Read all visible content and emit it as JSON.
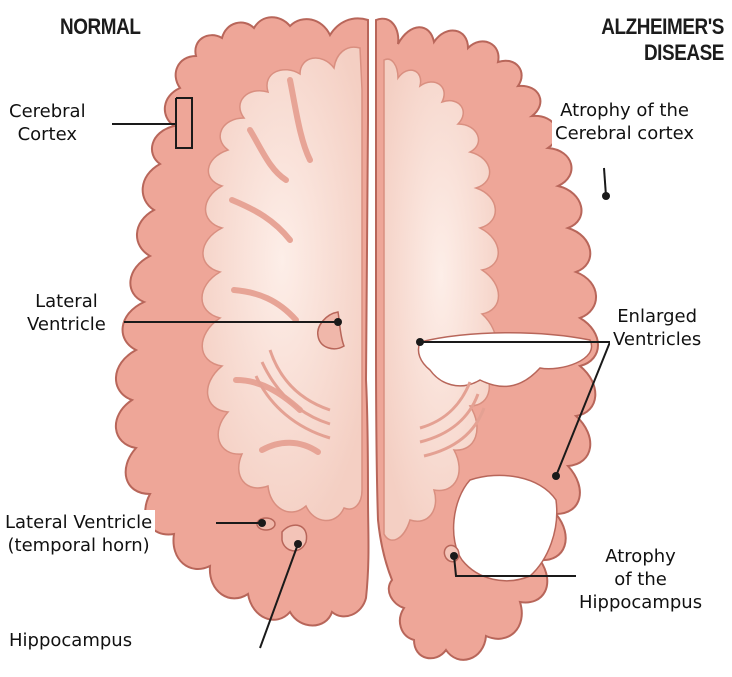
{
  "titles": {
    "normal": "NORMAL",
    "alzheimers_line1": "ALZHEIMER'S",
    "alzheimers_line2": "DISEASE"
  },
  "labels": {
    "cerebral_cortex": [
      "Cerebral",
      "Cortex"
    ],
    "lateral_ventricle": [
      "Lateral",
      "Ventricle"
    ],
    "lateral_ventricle_temporal": [
      "Lateral Ventricle",
      "(temporal horn)"
    ],
    "hippocampus": "Hippocampus",
    "atrophy_cortex": [
      "Atrophy of the",
      "Cerebral cortex"
    ],
    "enlarged_ventricles": [
      "Enlarged",
      "Ventricles"
    ],
    "atrophy_hippocampus": [
      "Atrophy",
      "of the",
      "Hippocampus"
    ]
  },
  "colors": {
    "tissue_fill": "#f7d6cc",
    "tissue_light": "#fbe6de",
    "cortex_band": "#eea698",
    "outline": "#b8665a",
    "leader_line": "#1a1a1a"
  }
}
